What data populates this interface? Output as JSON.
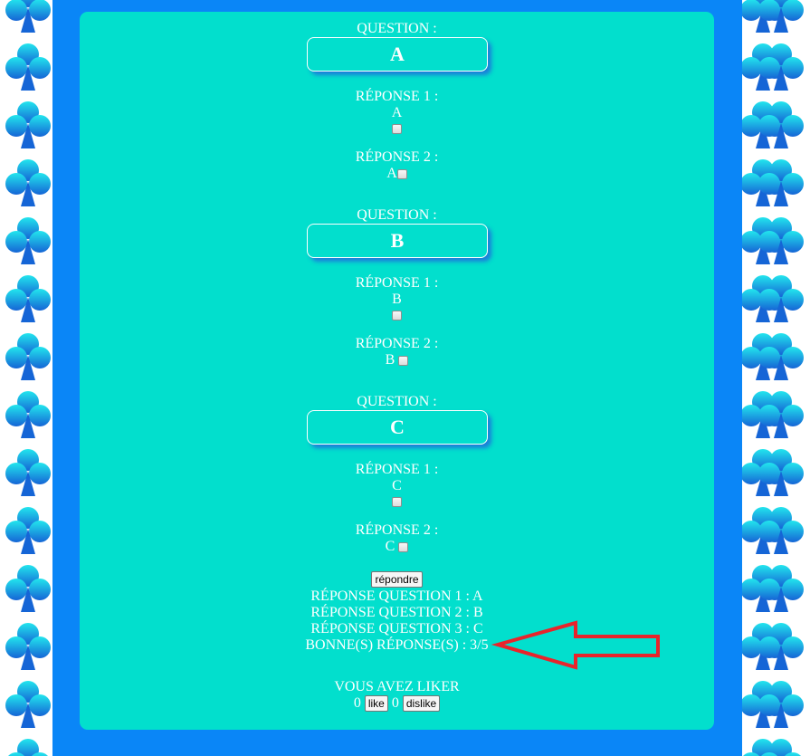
{
  "questions": [
    {
      "label": "QUESTION :",
      "text": "A",
      "answers": [
        {
          "label": "RÉPONSE 1 :",
          "text": "A"
        },
        {
          "label": "RÉPONSE 2 :",
          "text": "A"
        }
      ]
    },
    {
      "label": "QUESTION :",
      "text": "B",
      "answers": [
        {
          "label": "RÉPONSE 1 :",
          "text": "B"
        },
        {
          "label": "RÉPONSE 2 :",
          "text": "B"
        }
      ]
    },
    {
      "label": "QUESTION :",
      "text": "C",
      "answers": [
        {
          "label": "RÉPONSE 1 :",
          "text": "C"
        },
        {
          "label": "RÉPONSE 2 :",
          "text": "C"
        }
      ]
    }
  ],
  "submit_label": "répondre",
  "results": [
    "RÉPONSE QUESTION 1 : A",
    "RÉPONSE QUESTION 2 : B",
    "RÉPONSE QUESTION 3 : C"
  ],
  "score_text": "BONNE(S) RÉPONSE(S) : 3/5",
  "like_section": {
    "title": "VOUS AVEZ LIKER",
    "like_count": "0",
    "like_label": "like",
    "dislike_count": "0",
    "dislike_label": "dislike"
  },
  "colors": {
    "frame": "#0a86f7",
    "panel": "#02dfcd",
    "annotation_arrow": "#e8242b",
    "club_light": "#22e6ee",
    "club_dark": "#1565d6"
  },
  "background_icon": "club-suit-icon"
}
